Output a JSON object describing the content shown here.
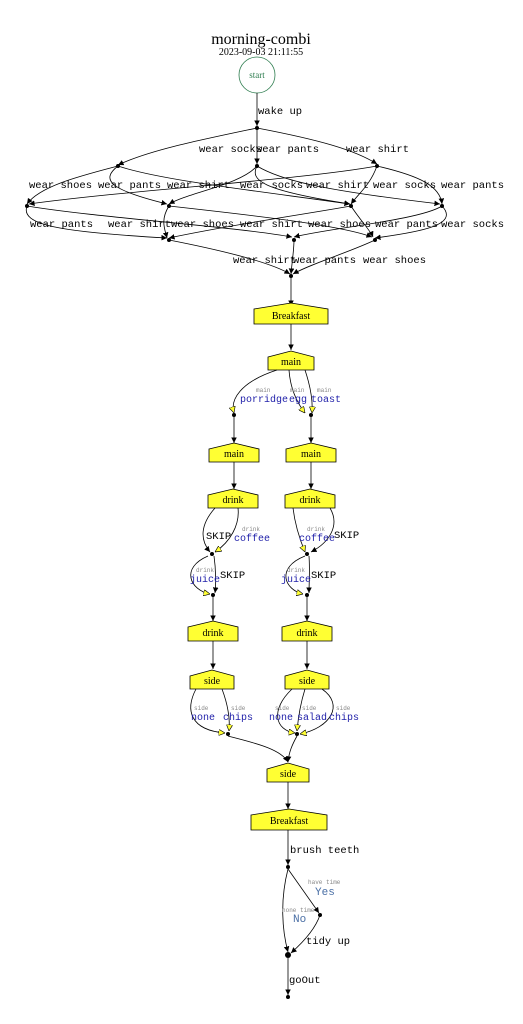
{
  "title": "morning-combi",
  "timestamp": "2023-09-03 21:11:55",
  "start_label": "start",
  "edges": {
    "wake_up": "wake up",
    "wear_socks": "wear socks",
    "wear_pants": "wear pants",
    "wear_shirt": "wear shirt",
    "wear_shoes": "wear shoes",
    "brush_teeth": "brush teeth",
    "tidy_up": "tidy up",
    "go_out": "goOut",
    "skip": "SKIP"
  },
  "nodes": {
    "breakfast": "Breakfast",
    "main": "main",
    "drink": "drink",
    "side": "side"
  },
  "group_tags": {
    "main": "main",
    "drink": "drink",
    "side": "side"
  },
  "choices": {
    "porridge": "porridge",
    "egg": "egg",
    "toast": "toast",
    "coffee": "coffee",
    "juice": "juice",
    "none": "none",
    "chips": "chips",
    "salad": "salad"
  },
  "time_tags": {
    "have_time": "have time",
    "none_time": "none time"
  },
  "time_choices": {
    "yes": "Yes",
    "no": "No"
  },
  "colors": {
    "node_fill": "#ffff33",
    "start_stroke": "#2e7d4f",
    "choice_text": "#2222aa",
    "tag_text": "#888888",
    "time_text": "#4a6fa5"
  }
}
